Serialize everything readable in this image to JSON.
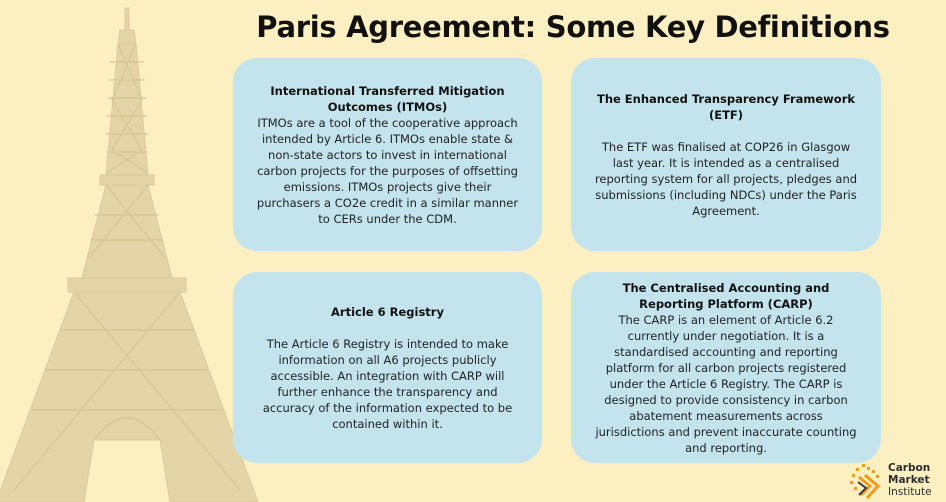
{
  "title": "Paris Agreement: Some Key Definitions",
  "cards": [
    {
      "heading": "International Transferred Mitigation Outcomes (ITMOs)",
      "body": "ITMOs are a tool of the cooperative approach intended by Article 6. ITMOs enable state & non-state actors to invest in international carbon projects for the purposes of offsetting emissions. ITMOs projects give their purchasers a CO2e credit in a similar manner to CERs under the CDM."
    },
    {
      "heading": "The Enhanced Transparency Framework (ETF)",
      "body": "The ETF was finalised at COP26 in Glasgow last year. It is intended as a centralised reporting system for all projects, pledges and submissions (including NDCs) under the Paris Agreement."
    },
    {
      "heading": "Article 6 Registry",
      "body": "The Article 6 Registry is intended to make information on all A6 projects publicly accessible. An integration with CARP will further enhance the transparency and accuracy of the information expected to be contained within it."
    },
    {
      "heading": "The Centralised Accounting and Reporting Platform (CARP)",
      "body": "The CARP is an element of Article 6.2 currently under negotiation. It is a standardised accounting and reporting platform for all carbon projects registered under the Article 6 Registry. The CARP is designed to provide consistency in carbon abatement measurements across jurisdictions and prevent inaccurate counting and reporting."
    }
  ],
  "logo": {
    "line1": "Carbon",
    "line2": "Market",
    "line3": "Institute"
  },
  "colors": {
    "background": "#fcefc1",
    "card": "#c3e4ed",
    "tower": "#e4d5a9",
    "logo_orange": "#f29a1d"
  }
}
